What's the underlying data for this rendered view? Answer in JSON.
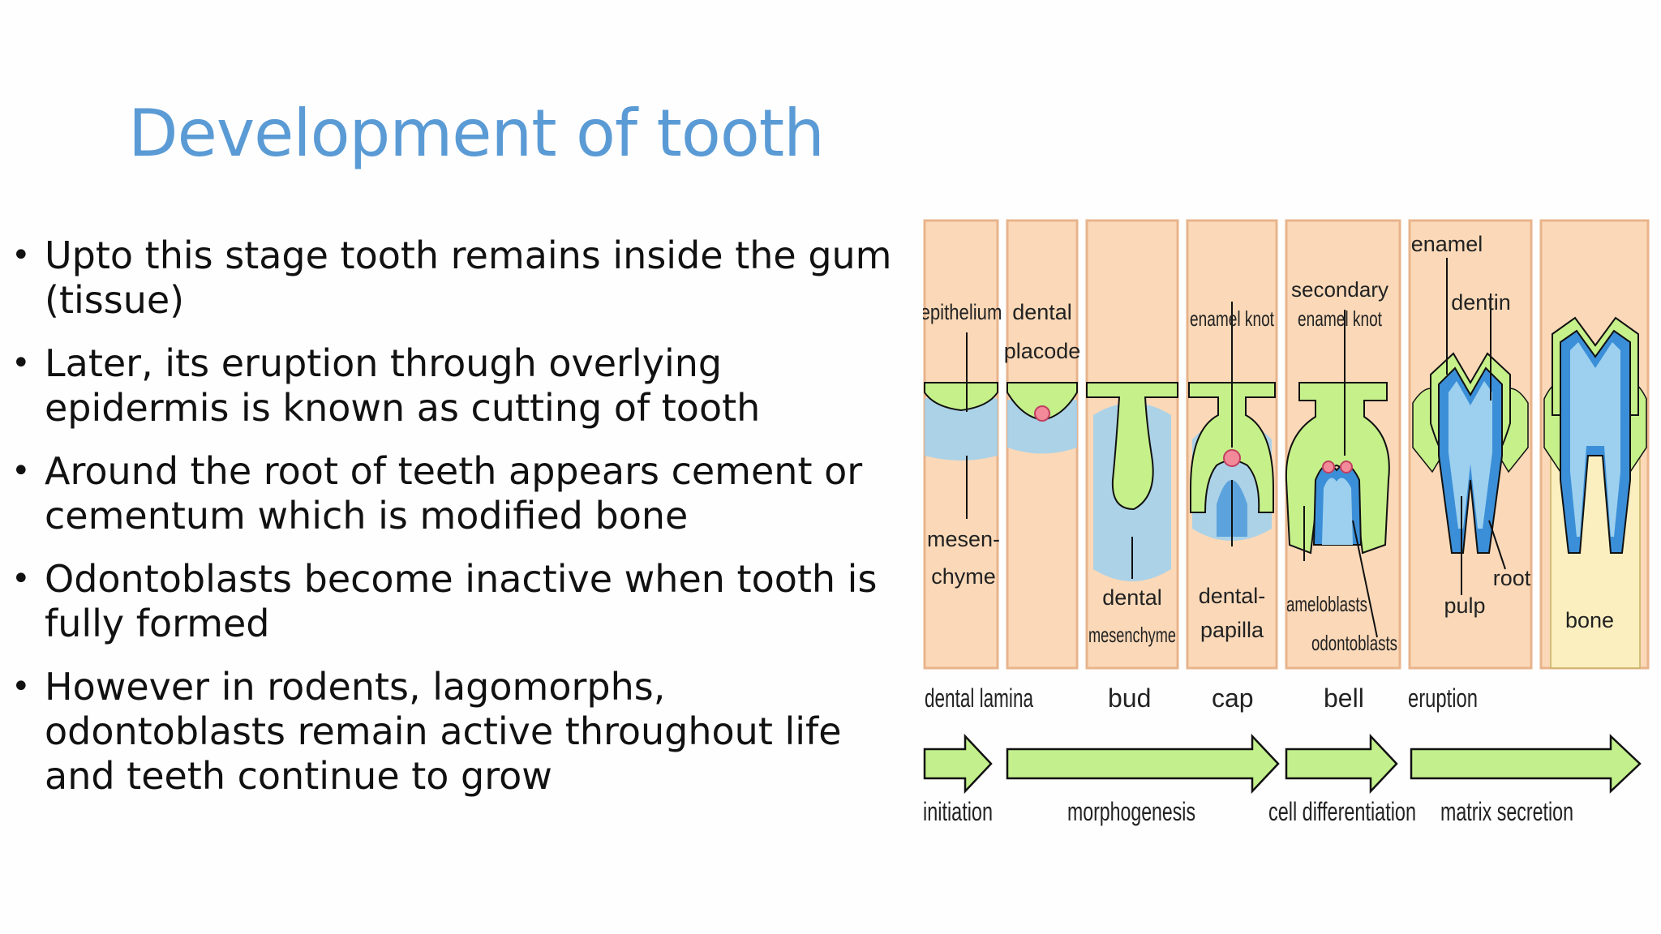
{
  "slide": {
    "title": "Development of tooth",
    "bullets": [
      "Upto this stage tooth remains inside the gum (tissue)",
      "Later, its eruption through overlying epidermis is known as cutting of tooth",
      "Around the root of teeth appears cement or cementum which is modified bone",
      "Odontoblasts become inactive when tooth is fully formed",
      "However in rodents, lagomorphs, odontoblasts remain active throughout life and teeth continue to grow"
    ],
    "bullet_symbol": "•"
  },
  "diagram": {
    "colors": {
      "panel": "#fbd9b8",
      "panel_border": "#e8b48c",
      "epithelium": "#c6f08a",
      "epithelium_edge": "#1a1a1a",
      "mesenchyme": "#9dd0ef",
      "papilla": "#3b8fd8",
      "knot": "#f28a9a",
      "arrow": "#c3f08c"
    },
    "panel_labels": {
      "epithelium": "epithelium",
      "dental": "dental",
      "placode": "placode",
      "mesen": "mesen-",
      "chyme": "chyme",
      "dental2": "dental",
      "mesenchyme": "mesenchyme",
      "enamel_knot": "enamel knot",
      "dental_papilla_1": "dental-",
      "dental_papilla_2": "papilla",
      "secondary": "secondary",
      "enamel_knot_2": "enamel knot",
      "ameloblasts": "ameloblasts",
      "odontoblasts": "odontoblasts",
      "enamel": "enamel",
      "dentin": "dentin",
      "root": "root",
      "pulp": "pulp",
      "bone": "bone"
    },
    "stages": [
      "dental lamina",
      "bud",
      "cap",
      "bell",
      "eruption"
    ],
    "processes": [
      "initiation",
      "morphogenesis",
      "cell differentiation",
      "matrix secretion"
    ]
  }
}
